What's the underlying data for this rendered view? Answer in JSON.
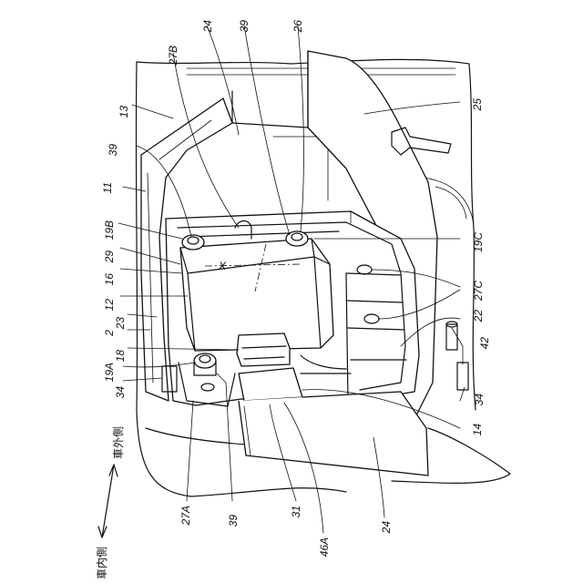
{
  "labels": {
    "l24_top": "24",
    "l39_top": "39",
    "l26": "26",
    "l27B": "27B",
    "l13": "13",
    "l25": "25",
    "l39_left": "39",
    "l11": "11",
    "l19B": "19B",
    "l19C": "19C",
    "l29": "29",
    "l16": "16",
    "l27C": "27C",
    "l12": "12",
    "l23": "23",
    "l22": "22",
    "l2": "2",
    "l18": "18",
    "l42": "42",
    "l19A": "19A",
    "l34_left": "34",
    "l34_right": "34",
    "l14": "14",
    "l27A": "27A",
    "l39_bottom": "39",
    "l31": "31",
    "l46A": "46A",
    "l24_bottom": "24",
    "axis_mark": "X"
  },
  "direction": {
    "outer": "車外側",
    "inner": "車内側"
  }
}
